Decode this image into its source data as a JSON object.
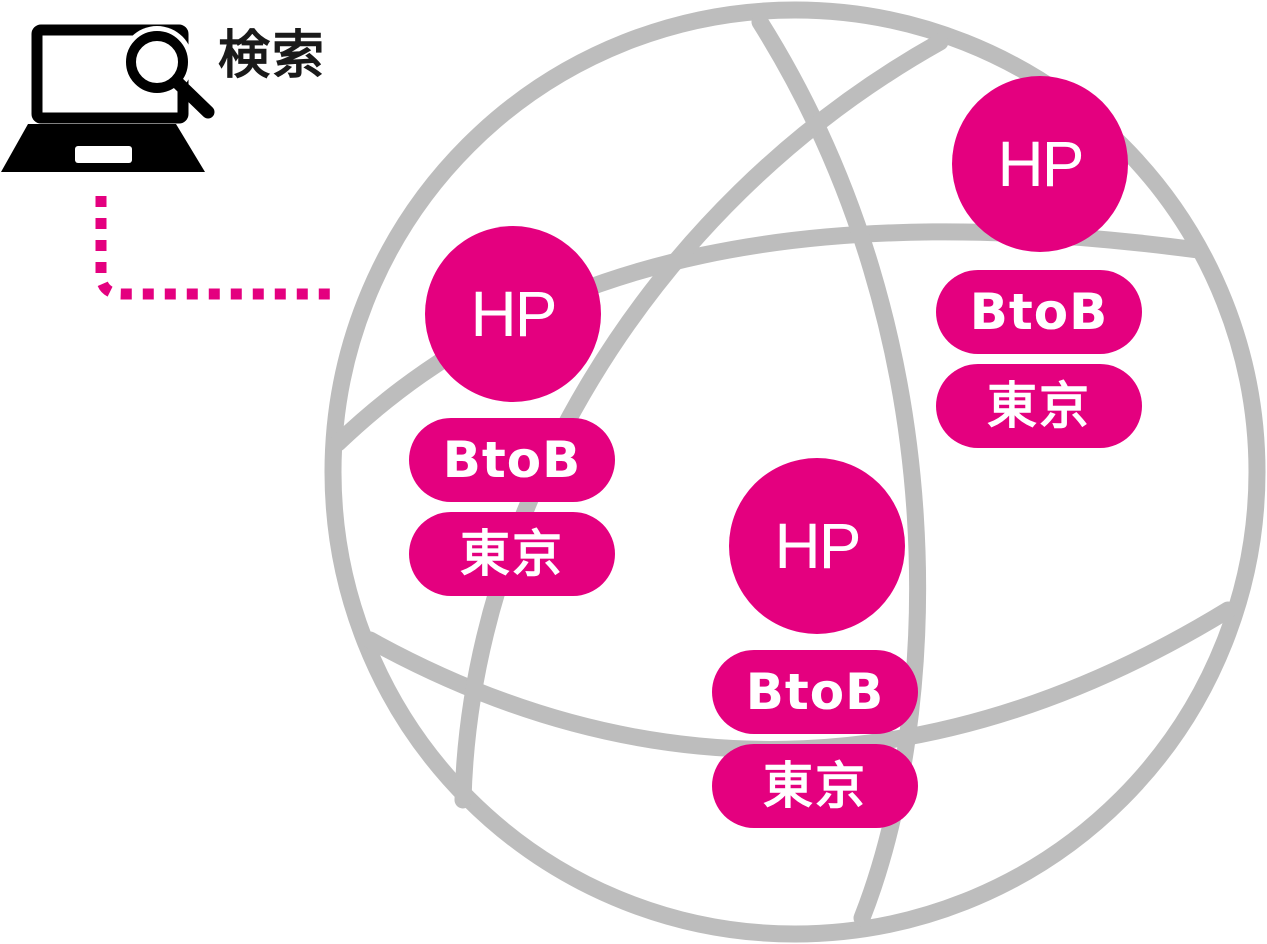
{
  "search": {
    "label": "検索"
  },
  "nodes": [
    {
      "hp": "HP",
      "tags": [
        "BtoB",
        "東京"
      ]
    },
    {
      "hp": "HP",
      "tags": [
        "BtoB",
        "東京"
      ]
    },
    {
      "hp": "HP",
      "tags": [
        "BtoB",
        "東京"
      ]
    }
  ],
  "colors": {
    "accent": "#e4007f",
    "globe": "#bdbdbd",
    "ink": "#000000"
  },
  "icons": [
    "laptop-icon",
    "magnifier-icon"
  ]
}
